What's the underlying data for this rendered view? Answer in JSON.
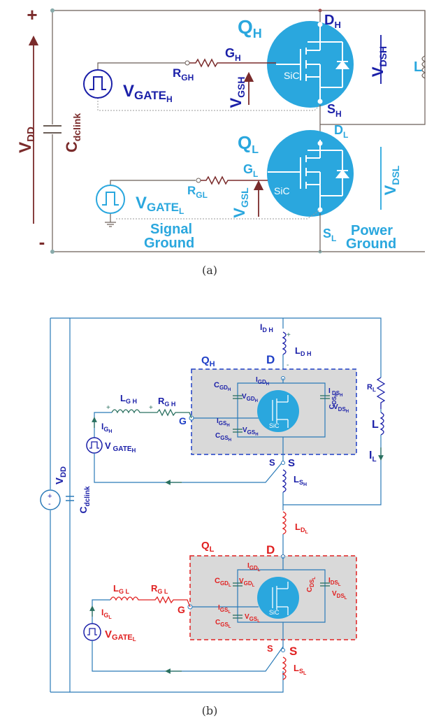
{
  "colors": {
    "dark_red": "#7a2b2b",
    "navy": "#1a1fa8",
    "cyan": "#2aa7de",
    "red": "#e02020",
    "blue": "#1f3fc6",
    "gray_box": "#d9d9d9",
    "wire_a": "#6b5e57",
    "wire_b": "#2a7ab8"
  },
  "icons": [
    "pulse-source-icon",
    "capacitor-icon",
    "resistor-icon",
    "inductor-icon",
    "mosfet-icon",
    "ground-icon",
    "arrow-icon",
    "dc-source-icon"
  ],
  "captions": {
    "a": "(a)",
    "b": "(b)"
  },
  "a": {
    "plus": "+",
    "minus": "-",
    "vdd": "V",
    "vdd_sub": "DD",
    "cdclink": "C",
    "cdclink_sub": "dclink",
    "qh": "Q",
    "qh_sub": "H",
    "ql": "Q",
    "ql_sub": "L",
    "dh": "D",
    "dh_sub": "H",
    "dl": "D",
    "dl_sub": "L",
    "sh": "S",
    "sh_sub": "H",
    "sl": "S",
    "sl_sub": "L",
    "gh": "G",
    "gh_sub": "H",
    "gl": "G",
    "gl_sub": "L",
    "rgh": "R",
    "rgh_sub": "GH",
    "rgl": "R",
    "rgl_sub": "GL",
    "vgateh": "V",
    "vgateh_sub": "GATE",
    "vgateh_subsub": "H",
    "vgatel": "V",
    "vgatel_sub": "GATE",
    "vgatel_subsub": "L",
    "vgsh": "V",
    "vgsh_sub": "GSH",
    "vgsl": "V",
    "vgsl_sub": "GSL",
    "vdsh": "V",
    "vdsh_sub": "DSH",
    "vdsl": "V",
    "vdsl_sub": "DSL",
    "l": "L",
    "sic": "SiC",
    "signal_ground_1": "Signal",
    "signal_ground_2": "Ground",
    "power_ground_1": "Power",
    "power_ground_2": "Ground"
  },
  "b": {
    "idh": "I",
    "idh_sub": "D H",
    "ldh": "L",
    "ldh_sub": "D H",
    "qh": "Q",
    "qh_sub": "H",
    "d_top": "D",
    "g_top": "G",
    "cgdh": "C",
    "cgdh_sub": "GD",
    "cgdh_subsub": "H",
    "igdh": "I",
    "igdh_sub": "GD",
    "igdh_subsub": "H",
    "vgdh": "V",
    "vgdh_sub": "GD",
    "vgdh_subsub": "H",
    "cdsh": "C",
    "cdsh_sub": "DS",
    "cdsh_subsub": "H",
    "idsh": "I",
    "idsh_sub": " DS",
    "idsh_subsub": "H",
    "vdsh": "V",
    "vdsh_sub": "DS",
    "vdsh_subsub": "H",
    "igsh": "I",
    "igsh_sub": "GS",
    "igsh_subsub": "H",
    "vgsh": "V",
    "vgsh_sub": "GS",
    "vgsh_subsub": "H",
    "cgsh": "C",
    "cgsh_sub": "GS",
    "cgsh_subsub": "H",
    "lgh": "L",
    "lgh_sub": "G H",
    "rgh": "R",
    "rgh_sub": "G H",
    "igh": "I",
    "igh_sub": "G",
    "igh_subsub": "H",
    "vgateh": "V",
    "vgateh_sub": " GATE",
    "vgateh_subsub": "H",
    "rl": "R",
    "rl_sub": "L",
    "l": "L",
    "il": "I",
    "il_sub": "L",
    "s_prime_top": "S",
    "s_top": "S",
    "lsh": "L",
    "lsh_sub": "S",
    "lsh_subsub": "H",
    "vdd": "V",
    "vdd_sub": "DD",
    "cdclink": "C",
    "cdclink_sub": "dclink",
    "ldl": "L",
    "ldl_sub": "D",
    "ldl_subsub": "L",
    "ql": "Q",
    "ql_sub": "L",
    "d_bot": "D",
    "g_bot": "G",
    "cgdl": "C",
    "cgdl_sub": "GD",
    "cgdl_subsub": "L",
    "igdl": "I",
    "igdl_sub": "GD",
    "igdl_subsub": "L",
    "vgdl": "V",
    "vgdl_sub": "GD",
    "vgdl_subsub": "L",
    "cdsl": "C",
    "cdsl_sub": "DS",
    "cdsl_subsub": "L",
    "idsl": "I",
    "idsl_sub": "DS",
    "idsl_subsub": "L",
    "vdsl": "V",
    "vdsl_sub": "DS",
    "vdsl_subsub": "L",
    "igsl": "I",
    "igsl_sub": "GS",
    "igsl_subsub": "L",
    "vgsl": "V",
    "vgsl_sub": "GS",
    "vgsl_subsub": "L",
    "cgsl": "C",
    "cgsl_sub": "GS",
    "cgsl_subsub": "L",
    "lgl": "L",
    "lgl_sub": "G L",
    "rgl": "R",
    "rgl_sub": "G L",
    "igl": "I",
    "igl_sub": "G",
    "igl_subsub": "L",
    "vgatel": "V",
    "vgatel_sub": "GATE",
    "vgatel_subsub": "L",
    "s_prime_bot": "S",
    "s_bot": "S",
    "lsl": "L",
    "lsl_sub": "S",
    "lsl_subsub": "L",
    "sic": "SiC",
    "plus": "+",
    "minus": "-"
  }
}
